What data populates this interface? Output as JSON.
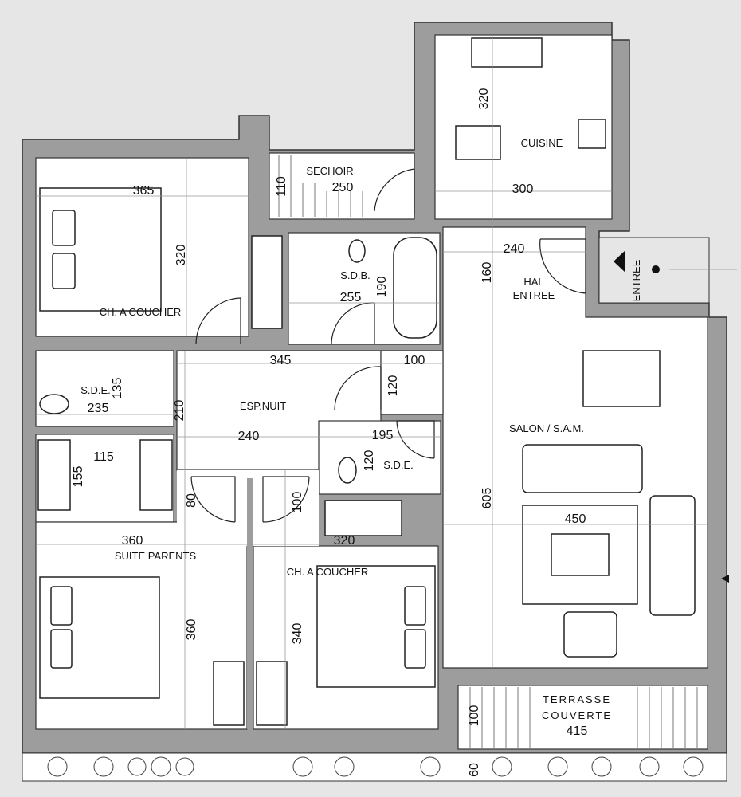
{
  "rooms": {
    "bedroom1": "CH. A COUCHER",
    "sechoir": "SECHOIR",
    "cuisine": "CUISINE",
    "sdb": "S.D.B.",
    "hal_line1": "HAL",
    "hal_line2": "ENTREE",
    "entree": "ENTREE",
    "sde1": "S.D.E.",
    "esp_nuit": "ESP.NUIT",
    "sde2": "S.D.E.",
    "salon": "SALON / S.A.M.",
    "suite": "SUITE PARENTS",
    "bedroom2": "CH. A COUCHER",
    "terrasse_line1": "TERRASSE",
    "terrasse_line2": "COUVERTE"
  },
  "dimensions": {
    "kitchen_h": "320",
    "kitchen_w": "300",
    "bed1_w": "365",
    "bed1_h": "320",
    "sech_h": "110",
    "sech_w": "250",
    "hal_w": "240",
    "hal_h": "160",
    "sdb_w": "255",
    "sdb_h": "190",
    "esp_w1": "345",
    "esp_h": "210",
    "esp_w2": "240",
    "pass_w": "100",
    "pass_h": "120",
    "sde1_h": "135",
    "sde1_w": "235",
    "dress_w": "115",
    "dress_h": "155",
    "sde2_w": "195",
    "sde2_h": "120",
    "door1": "80",
    "door2": "100",
    "salon_h": "605",
    "salon_w": "450",
    "suite_w": "360",
    "suite_h": "360",
    "bed2_w": "320",
    "bed2_h": "340",
    "terr_h": "100",
    "terr_w": "415",
    "garden_h": "60"
  }
}
